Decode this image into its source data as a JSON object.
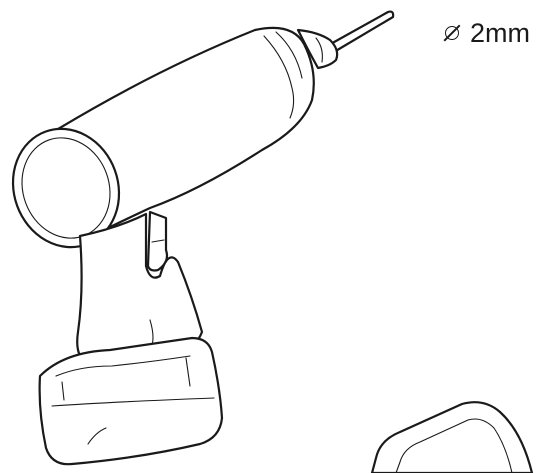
{
  "illustration": {
    "subject": "cordless-drill",
    "accessory": "drill-bit"
  },
  "bit_size": {
    "symbol": "diameter-icon",
    "value": "2mm"
  },
  "colors": {
    "line": "#1a1a1a",
    "background": "#ffffff"
  }
}
